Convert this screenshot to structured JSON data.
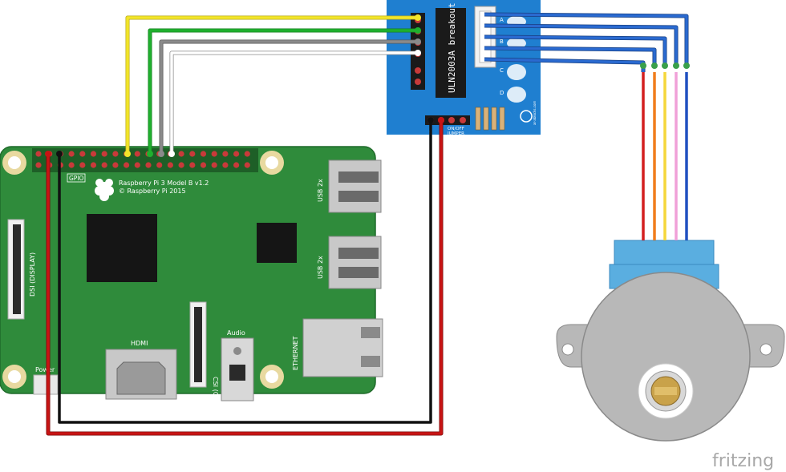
{
  "pi": {
    "model_line": "Raspberry Pi 3 Model B v1.2",
    "copyright_line": "© Raspberry Pi 2015",
    "gpio_label": "GPIO",
    "usb_top": "USB 2x",
    "usb_bottom": "USB 2x",
    "ethernet": "ETHERNET",
    "hdmi": "HDMI",
    "audio": "Audio",
    "csi": "CSI (CAMERA)",
    "dsi": "DSI (DISPLAY)",
    "power": "Power"
  },
  "driver": {
    "chip_label": "ULN2003A breakout",
    "led_labels": [
      "A",
      "B",
      "C",
      "D"
    ],
    "jumper_label": "ON/OFF JUMPER",
    "pin_marks": [
      "-",
      "+"
    ],
    "maker": "ar·ablocks.com"
  },
  "motor": {
    "wire_colors": [
      "#d42020",
      "#f07d1c",
      "#f5d73a",
      "#f0a0d8",
      "#2050c0"
    ]
  },
  "wires": {
    "signal_colors": [
      "#f2e52a",
      "#1fb02e",
      "#8a8a8a",
      "#ffffff"
    ],
    "power_color": "#c81414",
    "ground_color": "#111111"
  },
  "colors": {
    "pi_board": "#2f8b3b",
    "driver_board": "#1f7fd0",
    "motor_body": "#b8b8b8"
  },
  "watermark": "fritzing"
}
